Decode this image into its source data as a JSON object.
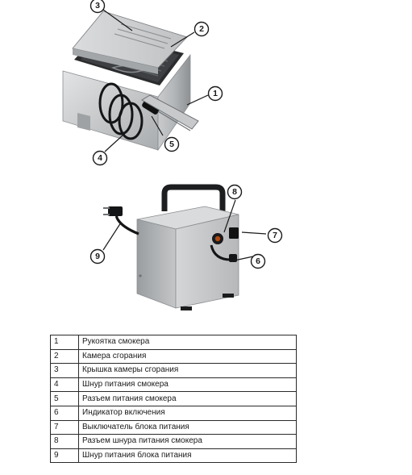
{
  "callouts": [
    {
      "number": "1"
    },
    {
      "number": "2"
    },
    {
      "number": "3"
    },
    {
      "number": "4"
    },
    {
      "number": "5"
    },
    {
      "number": "6"
    },
    {
      "number": "7"
    },
    {
      "number": "8"
    },
    {
      "number": "9"
    }
  ],
  "legend": {
    "rows": [
      {
        "num": "1",
        "label": "Рукоятка смокера"
      },
      {
        "num": "2",
        "label": "Камера сгорания"
      },
      {
        "num": "3",
        "label": "Крышка камеры сгорания"
      },
      {
        "num": "4",
        "label": "Шнур питания смокера"
      },
      {
        "num": "5",
        "label": "Разъем питания смокера"
      },
      {
        "num": "6",
        "label": "Индикатор включения"
      },
      {
        "num": "7",
        "label": "Выключатель блока питания"
      },
      {
        "num": "8",
        "label": "Разъем шнура питания смокера"
      },
      {
        "num": "9",
        "label": "Шнур питания блока питания"
      }
    ]
  }
}
